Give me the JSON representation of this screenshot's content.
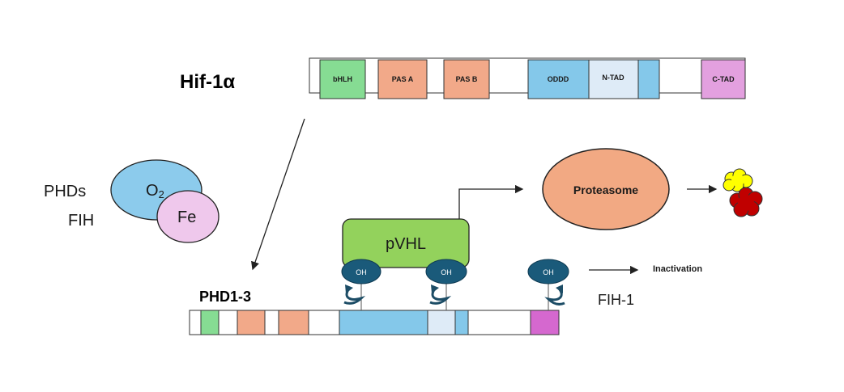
{
  "title_hif": "Hif-1α",
  "title_phd": "PHD1-3",
  "domains": {
    "bhlh": "bHLH",
    "pas_a": "PAS A",
    "pas_b": "PAS B",
    "oddd": "ODDD",
    "ntad": "N-TAD",
    "ctad": "C-TAD"
  },
  "enzymes": {
    "phds": "PHDs",
    "fih": "FIH",
    "o2_main": "O",
    "o2_sub": "2",
    "fe": "Fe"
  },
  "pvhl": "pVHL",
  "proteasome": "Proteasome",
  "oh": "OH",
  "inactivation": "Inactivation",
  "fih1": "FIH-1",
  "colors": {
    "bhlh": "#86dc93",
    "pas": "#f2a989",
    "oddd": "#84c8ea",
    "ntad": "#deebf7",
    "ctad": "#e3a0df",
    "ctad_bottom": "#d568cf",
    "o2": "#8ccbec",
    "fe": "#efc8ec",
    "pvhl": "#93d25c",
    "proteasome": "#f2a983",
    "oh": "#1a5a7a",
    "fragment_yellow": "#ffff00",
    "fragment_red": "#c00000"
  }
}
